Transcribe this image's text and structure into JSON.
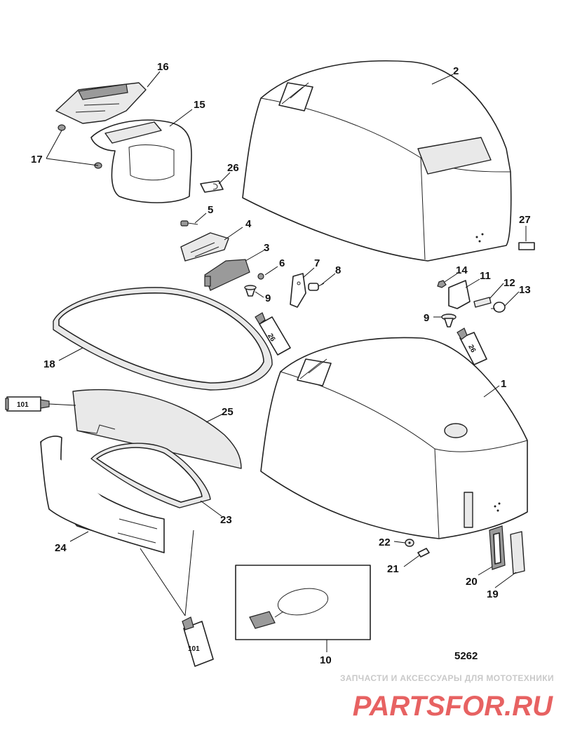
{
  "diagram": {
    "figure_number": "5262",
    "callouts": [
      "1",
      "2",
      "3",
      "4",
      "5",
      "6",
      "7",
      "8",
      "9",
      "9",
      "10",
      "11",
      "12",
      "13",
      "14",
      "15",
      "16",
      "17",
      "18",
      "19",
      "20",
      "21",
      "22",
      "23",
      "24",
      "25",
      "26",
      "27"
    ],
    "tube_labels": {
      "sealant_101_left": "101",
      "sealant_101_bottom": "101",
      "sealant_26_upper": "26",
      "sealant_26_right": "26"
    }
  },
  "watermark": {
    "tagline": "ЗАПЧАСТИ И АКСЕССУАРЫ ДЛЯ МОТОТЕХНИКИ",
    "logo_text": "PARTSFOR.RU",
    "logo_color": "#e23b3b"
  }
}
